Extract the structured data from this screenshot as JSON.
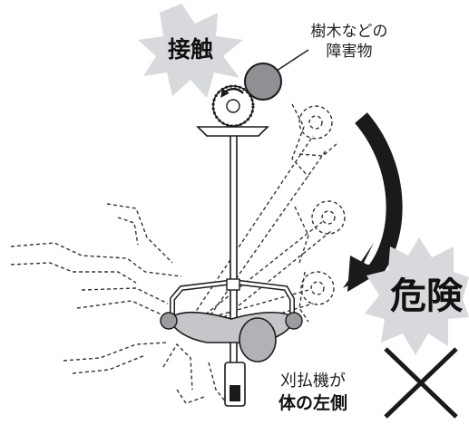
{
  "labels": {
    "contact": "接触",
    "obstacle_line1": "樹木などの",
    "obstacle_line2": "障害物",
    "danger": "危険",
    "warning_line1": "刈払機が",
    "warning_line2": "体の左側"
  },
  "icons": {
    "burst": "starburst-icon",
    "cross": "cross-mark-icon",
    "arrow": "curved-arrow-icon"
  },
  "colors": {
    "burst_fill": "#d7d9dc",
    "obstacle_fill": "#8e9094",
    "body_fill": "#c4c6c9",
    "ink": "#1a1a1a"
  }
}
